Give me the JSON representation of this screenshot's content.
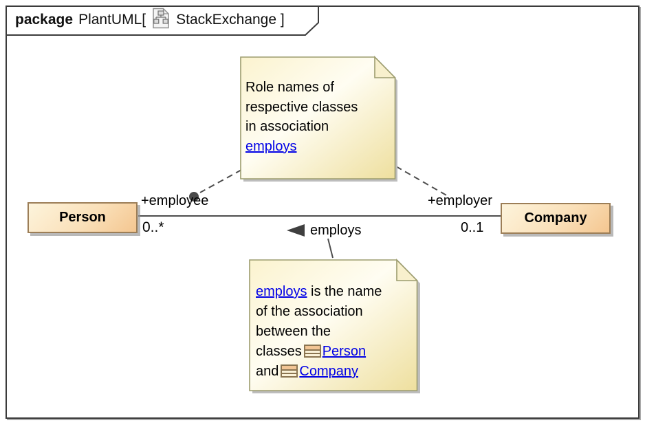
{
  "frame": {
    "keyword": "package",
    "title": "PlantUML[",
    "icon": "component-diagram-icon",
    "stereotype": "StackExchange ]"
  },
  "classes": {
    "person": "Person",
    "company": "Company"
  },
  "association": {
    "role_employee": "+employee",
    "multiplicity_person": "0..*",
    "role_employer": "+employer",
    "multiplicity_company": "0..1",
    "label": "employs",
    "direction": "left"
  },
  "top_note": {
    "line1": "Role names of",
    "line2": "respective classes",
    "line3": "in association",
    "link": "employs"
  },
  "bottom_note": {
    "link_employs": "employs",
    "line1_rest": " is the name",
    "line2": "of the association",
    "line3": "between the",
    "line4_prefix": "classes",
    "link_person": "Person",
    "line5_prefix": "and",
    "link_company": "Company"
  },
  "colors": {
    "line": "#4d4d4d",
    "frame_border": "#3b3b3b",
    "note_border": "#9c9c6e",
    "note_bg_light": "#fffdf2",
    "note_bg_dark": "#eedf9e",
    "class_border": "#9c7e57",
    "class_bg_light": "#fdf4dc",
    "class_bg_dark": "#f4c690",
    "link": "#0000e6",
    "shadow": "#bdbdbd"
  }
}
